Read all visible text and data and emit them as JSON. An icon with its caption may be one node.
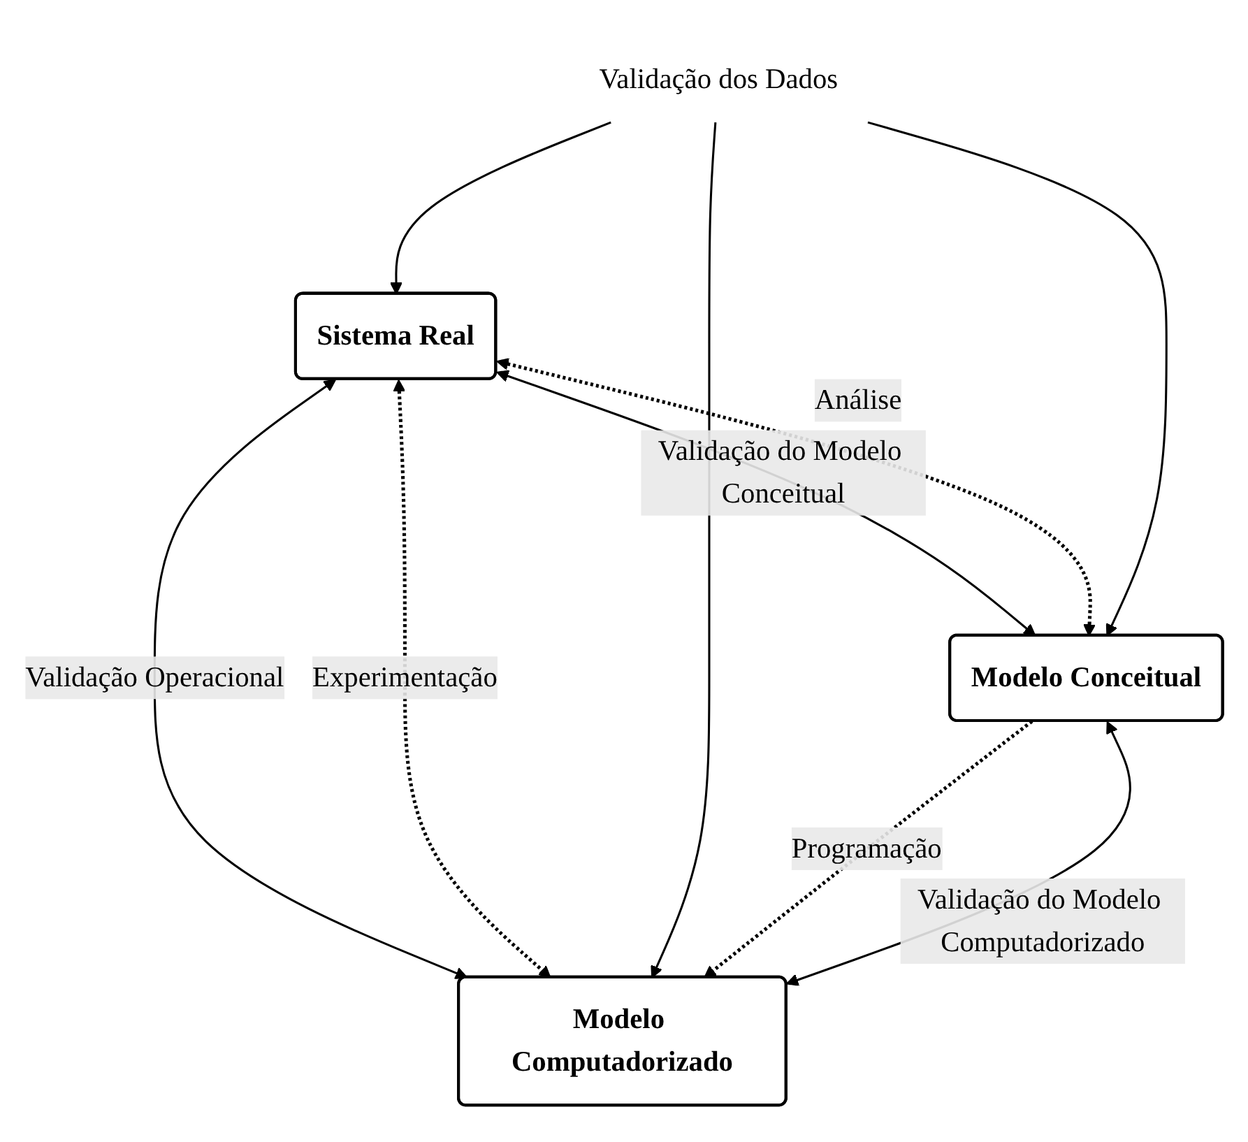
{
  "diagram": {
    "nodes": [
      {
        "text": [
          "Sistema Real"
        ]
      },
      {
        "text": [
          "Modelo Computadorizado"
        ]
      },
      {
        "text": [
          "Modelo Conceitual"
        ]
      },
      {
        "text": [
          "Validação dos Dados"
        ]
      }
    ],
    "edges": [
      {
        "from": 0,
        "to": 1,
        "arrow": "both",
        "label": "Validação Operacional"
      },
      {
        "from": 0,
        "to": 2,
        "arrow": "both",
        "label": "Validação do Modelo Conceitual"
      },
      {
        "from": 0,
        "to": 1,
        "arrow": "both",
        "label": "Experimentação",
        "style": "dashed"
      },
      {
        "from": 0,
        "to": 2,
        "arrow": "both",
        "label": "Análise",
        "style": "dashed"
      },
      {
        "from": 3,
        "to": 0,
        "arrow": "to"
      },
      {
        "from": 3,
        "to": 1,
        "arrow": "to"
      },
      {
        "from": 3,
        "to": 2,
        "arrow": "to"
      },
      {
        "from": 2,
        "to": 1,
        "arrow": "to",
        "label": "Programação",
        "style": "dashed"
      },
      {
        "from": 2,
        "to": 1,
        "arrow": "both",
        "label": "Validação do Modelo Computadorizado"
      }
    ]
  }
}
